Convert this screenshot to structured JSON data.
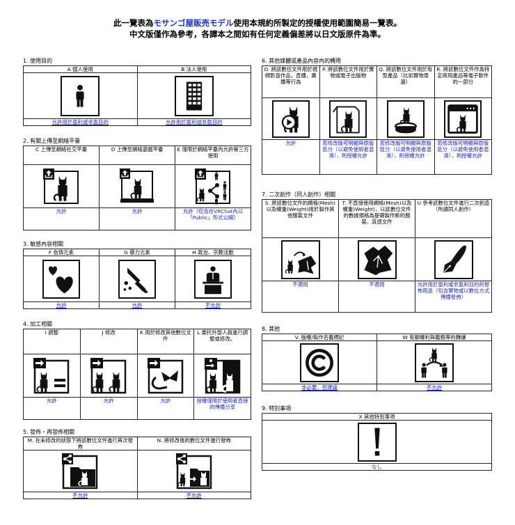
{
  "header": {
    "line1_pre": "此一覽表為",
    "line1_brand": "モサンゴ屋販売モデル",
    "line1_post": "使用本規約所製定的授權使用範圍簡易一覽表。",
    "line2": "中文版僅作為參考，各譯本之間如有任何定義偏差將以日文版原件為準。",
    "brand_color": "#1a33d6"
  },
  "colors": {
    "link_text": "#1c22cc",
    "border": "#222222"
  },
  "sections": {
    "s1": {
      "label": "1. 使用目的",
      "cols": [
        {
          "head": "A 個人使用",
          "icon": "person-icon",
          "foot": "允許用於盈利或非盈目的"
        },
        {
          "head": "B 法人使用",
          "icon": "office-building-icon",
          "foot": "允許用於盈利或非盈目的"
        }
      ]
    },
    "s2": {
      "label": "2. 有關上傳至網絡平臺",
      "cols": [
        {
          "head": "C 上傳至網絡社交平臺",
          "icon": "upload-social-icon",
          "foot": "允許"
        },
        {
          "head": "D 上傳至網絡遊戲平臺",
          "icon": "upload-game-icon",
          "foot": "允許"
        },
        {
          "head": "E 僅限於網絡平臺內允許第三方使用",
          "icon": "upload-share-third-party-icon",
          "foot": "允許（包含在VRChat內以「Public」形式公開）"
        }
      ]
    },
    "s3": {
      "label": "3. 敏感內容相關",
      "cols": [
        {
          "head": "F 色情元素",
          "icon": "hearts-icon",
          "foot": "允許"
        },
        {
          "head": "G 暴力元素",
          "icon": "knife-icon",
          "foot": "允許"
        },
        {
          "head": "H 政治、宗教活動",
          "icon": "podium-speaker-icon",
          "foot": "不允許"
        }
      ]
    },
    "s4": {
      "label": "4. 加工相關",
      "cols": [
        {
          "head": "I 調整",
          "icon": "adjust-icon",
          "foot": "允許"
        },
        {
          "head": "J 修改",
          "icon": "modify-icon",
          "foot": "允許"
        },
        {
          "head": "K 用於修改其他數位文件",
          "icon": "use-for-other-icon",
          "foot": "允許"
        },
        {
          "head": "L 委托外部人員進行調整或修改。",
          "icon": "outsource-icon",
          "foot": "授權僅限於使用者直接的傳播分享"
        }
      ]
    },
    "s5": {
      "label": "5. 發佈・再發佈相關",
      "cols": [
        {
          "head": "M. 在未修改的狀態下將該數位文件進行再次發佈",
          "icon": "redistribute-unmodified-icon",
          "foot": "不允許"
        },
        {
          "head": "N. 將修改後的數位文件進行發佈",
          "icon": "redistribute-modified-icon",
          "foot": "不允許"
        }
      ]
    },
    "s6": {
      "label": "6. 其他媒體或產品內容內的轉用",
      "cols": [
        {
          "head": "O. 將該數位文件用於視頻影音作品，直播，廣播等行為",
          "icon": "video-play-icon",
          "foot": "允許"
        },
        {
          "head": "P. 將該數位文件用於實物或電子出版物",
          "icon": "publication-icon",
          "foot": "若修改版可明顯與原版區分（以避免使用者混淆），則授權允許"
        },
        {
          "head": "Q. 將該數位文件用於有型產品（比如實物周邊）",
          "icon": "figure-product-icon",
          "foot": "若修改版可明顯與原版區分（以避免使用者混淆），則授權允許"
        },
        {
          "head": "R. 將該數位文件作為特定商用產品等電子軟件的一部分",
          "icon": "software-window-icon",
          "foot": "若修改版可明顯與原版區分（以避免使用者混淆），則授權允許"
        }
      ]
    },
    "s7": {
      "label": "7. 二次創作（同人創作）相關",
      "cols": [
        {
          "head": "S. 將該數位文件的網格(Mesh)以及權重(Weight)用於製作其他服裝文件",
          "icon": "mesh-to-clothing-icon",
          "foot": "不適用"
        },
        {
          "head": "T. 不直接使用網格(Mesh)以及權重(Weight)，以該數位文件的數據規格為基礎製作新的服裝、質感文件",
          "icon": "clothing-icon",
          "foot": "不適用"
        },
        {
          "head": "U 參考該數位文件進行二次創造（所謂同人創作）",
          "icon": "fountain-pen-icon",
          "foot": "允許用於盈利或非盈利目的的發佈用途（包含實物或以數位方式傳播發佈）"
        }
      ]
    },
    "s8": {
      "label": "8. 其他",
      "cols": [
        {
          "head": "V. 版權/製作名義標記",
          "icon": "copyright-icon",
          "foot": "非必要，但建議"
        },
        {
          "head": "W 有關權利與義務等的轉讓",
          "icon": "rights-transfer-icon",
          "foot": "不允許"
        }
      ]
    },
    "s9": {
      "label": "9. 特別事項",
      "cols": [
        {
          "head": "X 其他特別事項",
          "icon": "exclamation-icon",
          "foot": "なし"
        }
      ]
    }
  }
}
